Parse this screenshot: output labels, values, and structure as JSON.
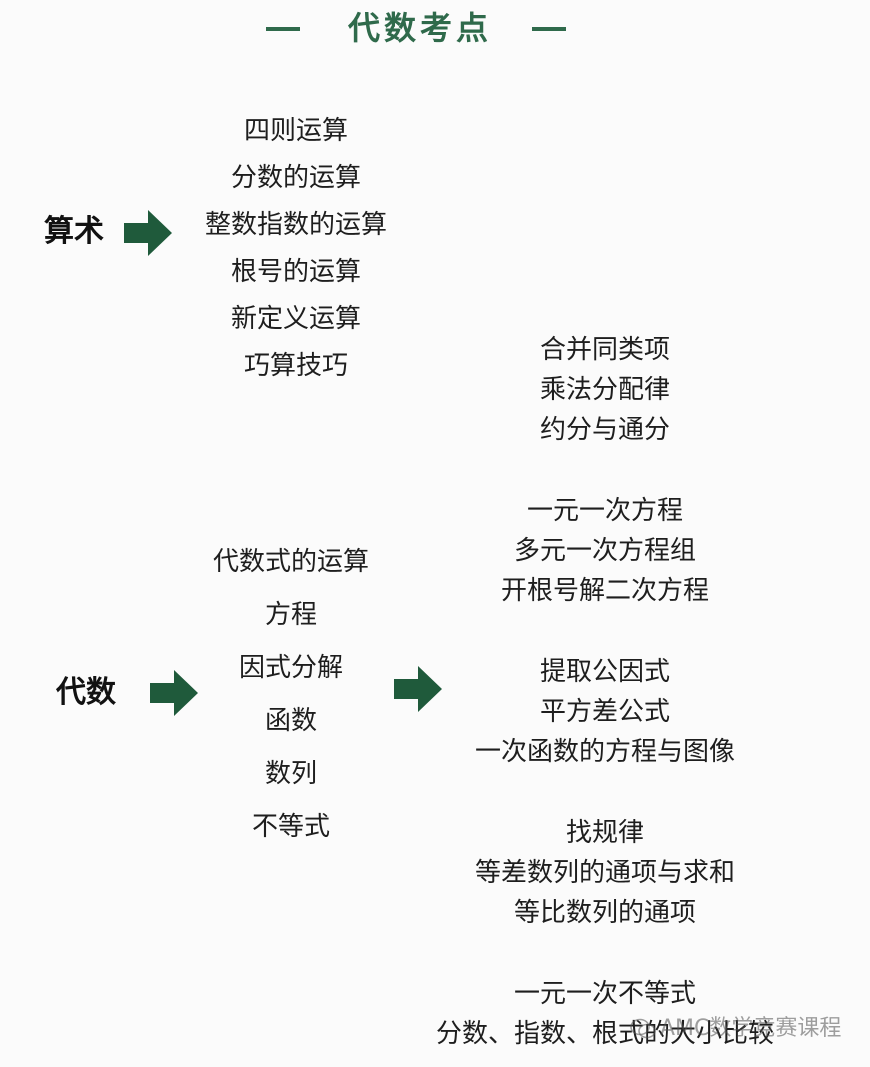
{
  "title": "代数考点",
  "arithmetic": {
    "label": "算术",
    "topics": [
      "四则运算",
      "分数的运算",
      "整数指数的运算",
      "根号的运算",
      "新定义运算",
      "巧算技巧"
    ]
  },
  "algebra": {
    "label": "代数",
    "topics": [
      "代数式的运算",
      "方程",
      "因式分解",
      "函数",
      "数列",
      "不等式"
    ]
  },
  "details": [
    [
      "合并同类项",
      "乘法分配律",
      "约分与通分"
    ],
    [
      "一元一次方程",
      "多元一次方程组",
      "开根号解二次方程"
    ],
    [
      "提取公因式",
      "平方差公式",
      "一次函数的方程与图像"
    ],
    [
      "找规律",
      "等差数列的通项与求和",
      "等比数列的通项"
    ],
    [
      "一元一次不等式",
      "分数、指数、根式的大小比较"
    ]
  ],
  "watermark": "AMC数学竞赛课程",
  "colors": {
    "accent": "#2f6a4b",
    "arrow": "#1f5a3b",
    "text": "#1e1e1e"
  }
}
